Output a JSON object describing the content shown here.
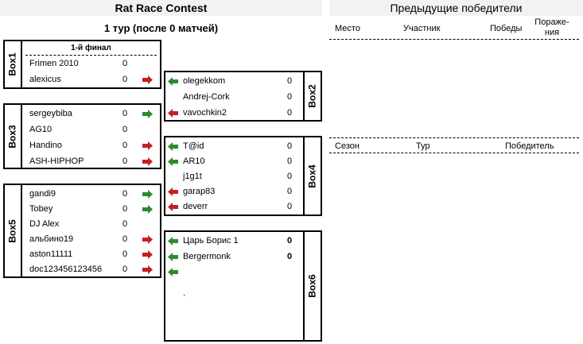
{
  "header": {
    "title": "Rat Race Contest",
    "round": "1 тур (после 0 матчей)",
    "prev_winners_title": "Предыдущие победители"
  },
  "final_label": "1-й финал",
  "boxes": {
    "box1": {
      "label": "Box1",
      "players": [
        {
          "name": "Frimen 2010",
          "score": "0",
          "arrow": "none"
        },
        {
          "name": "alexicus",
          "score": "0",
          "arrow": "red-right"
        }
      ]
    },
    "box2": {
      "label": "Box2",
      "players": [
        {
          "name": "olegekkom",
          "score": "0",
          "arrow": "green-left"
        },
        {
          "name": "Andrej-Cork",
          "score": "0",
          "arrow": "none"
        },
        {
          "name": "vavochkin2",
          "score": "0",
          "arrow": "red-left"
        }
      ]
    },
    "box3": {
      "label": "Box3",
      "players": [
        {
          "name": "sergeybiba",
          "score": "0",
          "arrow": "green-right"
        },
        {
          "name": "AG10",
          "score": "0",
          "arrow": "none"
        },
        {
          "name": "Handino",
          "score": "0",
          "arrow": "red-right"
        },
        {
          "name": "ASH-HIPHOP",
          "score": "0",
          "arrow": "red-right"
        }
      ]
    },
    "box4": {
      "label": "Box4",
      "players": [
        {
          "name": "T@id",
          "score": "0",
          "arrow": "green-left"
        },
        {
          "name": "AR10",
          "score": "0",
          "arrow": "green-left"
        },
        {
          "name": "j1g1t",
          "score": "0",
          "arrow": "none"
        },
        {
          "name": "garap83",
          "score": "0",
          "arrow": "red-left"
        },
        {
          "name": "deverr",
          "score": "0",
          "arrow": "red-left"
        }
      ]
    },
    "box5": {
      "label": "Box5",
      "players": [
        {
          "name": "gandi9",
          "score": "0",
          "arrow": "green-right"
        },
        {
          "name": "Tobey",
          "score": "0",
          "arrow": "green-right"
        },
        {
          "name": "DJ Alex",
          "score": "0",
          "arrow": "none"
        },
        {
          "name": "альбино19",
          "score": "0",
          "arrow": "red-right"
        },
        {
          "name": "aston11111",
          "score": "0",
          "arrow": "red-right"
        },
        {
          "name": "doc123456123456",
          "score": "0",
          "arrow": "red-right"
        }
      ]
    },
    "box6": {
      "label": "Box6",
      "players": [
        {
          "name": "Царь Борис 1",
          "score": "0",
          "arrow": "green-left"
        },
        {
          "name": "Bergermonk",
          "score": "0",
          "arrow": "green-left"
        },
        {
          "name": "",
          "score": "",
          "arrow": "green-left"
        }
      ],
      "stray_mark": "`"
    }
  },
  "standings_table": {
    "columns": [
      "Место",
      "Участник",
      "Победы",
      "Пораже-ния"
    ]
  },
  "seasons_table": {
    "columns": [
      "Сезон",
      "Тур",
      "Победитель"
    ]
  },
  "colors": {
    "green_arrow": "#2e8b2e",
    "red_arrow": "#c42020",
    "header_bg": "#f2f2f2"
  }
}
